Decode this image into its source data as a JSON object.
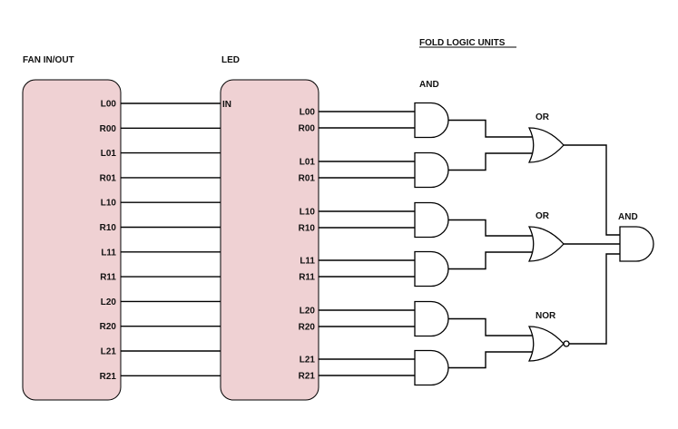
{
  "titles": {
    "fan": "FAN IN/OUT",
    "led": "LED",
    "fold": "FOLD LOGIC UNITS",
    "and_column": "AND"
  },
  "fan_signals": [
    "L00",
    "R00",
    "L01",
    "R01",
    "L10",
    "R10",
    "L11",
    "R11",
    "L20",
    "R20",
    "L21",
    "R21"
  ],
  "led_in_label": "IN",
  "led_outputs": [
    "L00",
    "R00",
    "L01",
    "R01",
    "L10",
    "R10",
    "L11",
    "R11",
    "L20",
    "R20",
    "L21",
    "R21"
  ],
  "second_stage": [
    {
      "label": "OR"
    },
    {
      "label": "OR"
    },
    {
      "label": "NOR"
    }
  ],
  "final_gate": {
    "label": "AND"
  },
  "colors": {
    "block_fill": "#efd1d3",
    "stroke": "#000000"
  }
}
